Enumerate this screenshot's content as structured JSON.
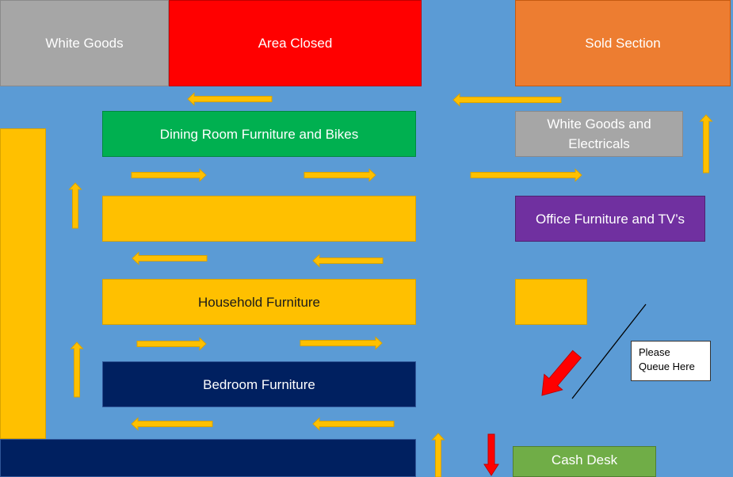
{
  "sections": {
    "white_goods": "White Goods",
    "area_closed": "Area Closed",
    "sold_section": "Sold Section",
    "dining_room": "Dining Room Furniture and Bikes",
    "white_goods_electricals": "White Goods and Electricals",
    "office_tv": "Office Furniture and TV’s",
    "household": "Household Furniture",
    "bedroom": "Bedroom Furniture",
    "cash_desk": "Cash Desk"
  },
  "queue_note": "Please\nQueue Here",
  "colors": {
    "floor": "#5b9bd5",
    "white_goods": "#a6a6a6",
    "area_closed": "#ff0000",
    "sold_section": "#ed7d31",
    "dining_room": "#00b050",
    "office_tv": "#7030a0",
    "furniture_yellow": "#ffc000",
    "bedroom_navy": "#002060",
    "cash_desk": "#70ad47",
    "flow_arrow": "#ffc000",
    "queue_arrow": "#ff0000"
  },
  "icons": {
    "flow": "arrow-icon",
    "queue": "red-arrow-icon"
  }
}
